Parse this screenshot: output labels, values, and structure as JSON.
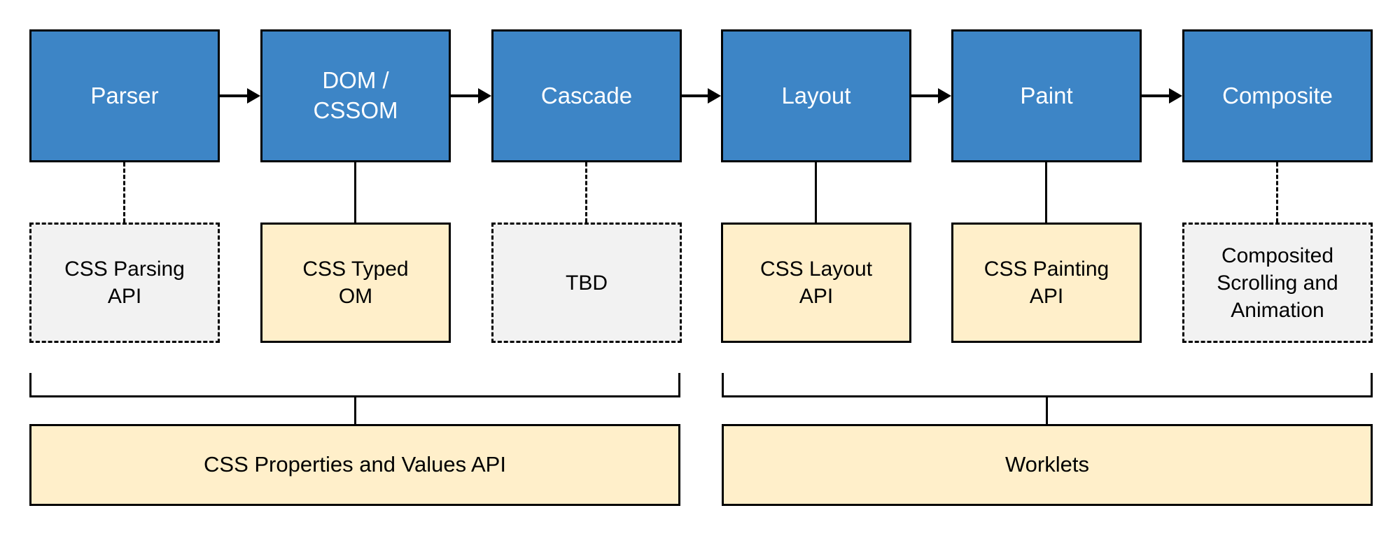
{
  "palette": {
    "stage_fill": "#3d85c6",
    "stage_text": "#ffffff",
    "api_solid_fill": "#ffefca",
    "api_dashed_fill": "#f2f2f2",
    "line_color": "#000000",
    "background": "#ffffff"
  },
  "pipeline": {
    "stages": [
      {
        "label": "Parser"
      },
      {
        "label": "DOM /\nCSSOM"
      },
      {
        "label": "Cascade"
      },
      {
        "label": "Layout"
      },
      {
        "label": "Paint"
      },
      {
        "label": "Composite"
      }
    ]
  },
  "apis": [
    {
      "label": "CSS Parsing\nAPI",
      "box_style": "dashed",
      "connector_style": "dashed"
    },
    {
      "label": "CSS Typed\nOM",
      "box_style": "solid",
      "connector_style": "solid"
    },
    {
      "label": "TBD",
      "box_style": "dashed",
      "connector_style": "dashed"
    },
    {
      "label": "CSS Layout\nAPI",
      "box_style": "solid",
      "connector_style": "solid"
    },
    {
      "label": "CSS Painting\nAPI",
      "box_style": "solid",
      "connector_style": "solid"
    },
    {
      "label": "Composited\nScrolling and\nAnimation",
      "box_style": "dashed",
      "connector_style": "dashed"
    }
  ],
  "groups": [
    {
      "label": "CSS Properties and Values API",
      "spans_stages": [
        "Parser",
        "DOM / CSSOM",
        "Cascade"
      ]
    },
    {
      "label": "Worklets",
      "spans_stages": [
        "Layout",
        "Paint",
        "Composite"
      ]
    }
  ]
}
